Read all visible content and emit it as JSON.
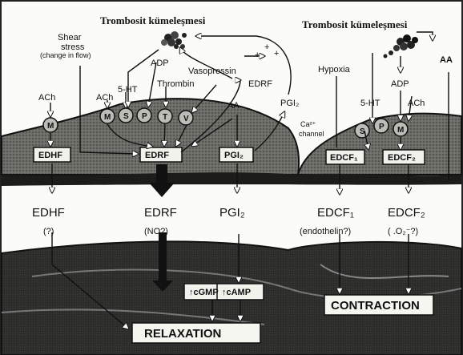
{
  "titles": {
    "platelet_left": "Trombosit kümeleşmesi",
    "platelet_right": "Trombosit kümeleşmesi"
  },
  "labels": {
    "shear": "Shear",
    "stress": "stress",
    "change_in_flow": "(change in flow)",
    "ach": "ACh",
    "ht5": "5-HT",
    "adp": "ADP",
    "vasopressin": "Vasopressin",
    "thrombin": "Thrombin",
    "aa": "AA",
    "edrf": "EDRF",
    "pgi2": "PGI₂",
    "hypoxia": "Hypoxia",
    "ca2": "Ca²⁺",
    "channel": "channel",
    "plus": "+"
  },
  "receptors": {
    "m": "M",
    "s": "S",
    "p": "P",
    "t": "T",
    "v": "V"
  },
  "boxes": {
    "edhf": "EDHF",
    "edrf": "EDRF",
    "pgi2": "PGI₂",
    "edcf1": "EDCF₁",
    "edcf2": "EDCF₂"
  },
  "lumen": {
    "edhf": "EDHF",
    "edhf_note": "(?)",
    "edrf": "EDRF",
    "edrf_note": "(NO?)",
    "pgi2": "PGI₂",
    "edcf1": "EDCF₁",
    "edcf1_note": "(endothelin?)",
    "edcf2": "EDCF₂",
    "edcf2_note": "( .O₂⁻?)"
  },
  "muscle": {
    "cgmp": "↑cGMP",
    "camp": "↑cAMP",
    "relaxation": "RELAXATION",
    "contraction": "CONTRACTION"
  }
}
